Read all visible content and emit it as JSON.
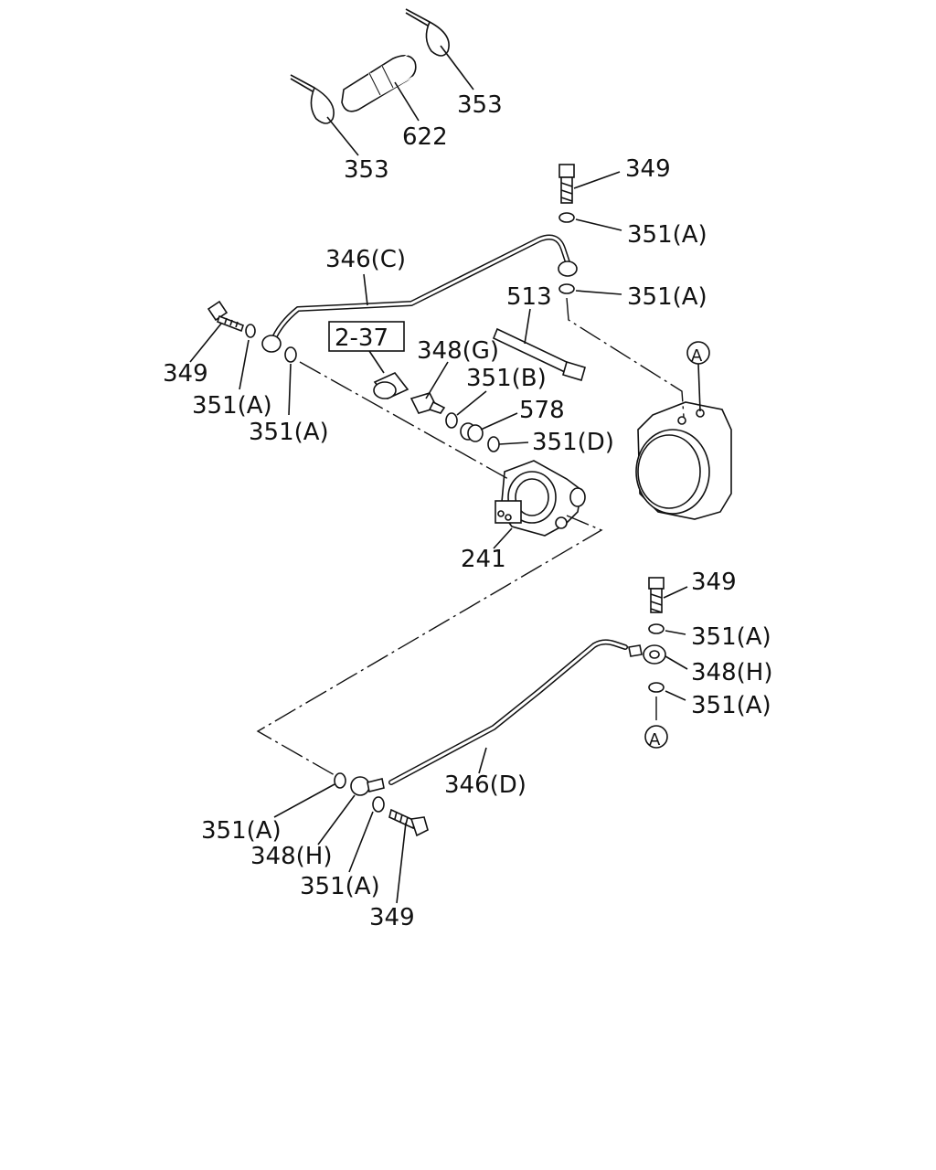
{
  "labels": {
    "clamp_353_right": "353",
    "hose_622": "622",
    "clamp_353_left": "353",
    "bolt_349_top": "349",
    "washer_351a_1": "351(A)",
    "pipe_346c": "346(C)",
    "washer_351a_2": "351(A)",
    "tie_513": "513",
    "bolt_349_left": "349",
    "washer_351a_left1": "351(A)",
    "washer_351a_left2": "351(A)",
    "ref_box": "2-37",
    "fitting_348g": "348(G)",
    "washer_351b": "351(B)",
    "part_578": "578",
    "washer_351d": "351(D)",
    "pump_241": "241",
    "bolt_349_right": "349",
    "washer_351a_right1": "351(A)",
    "fitting_348h_right": "348(H)",
    "washer_351a_right2": "351(A)",
    "pipe_346d": "346(D)",
    "washer_351a_bot1": "351(A)",
    "fitting_348h_bot": "348(H)",
    "washer_351a_bot2": "351(A)",
    "bolt_349_bot": "349",
    "marker_a_top": "A",
    "marker_a_bot": "A"
  }
}
